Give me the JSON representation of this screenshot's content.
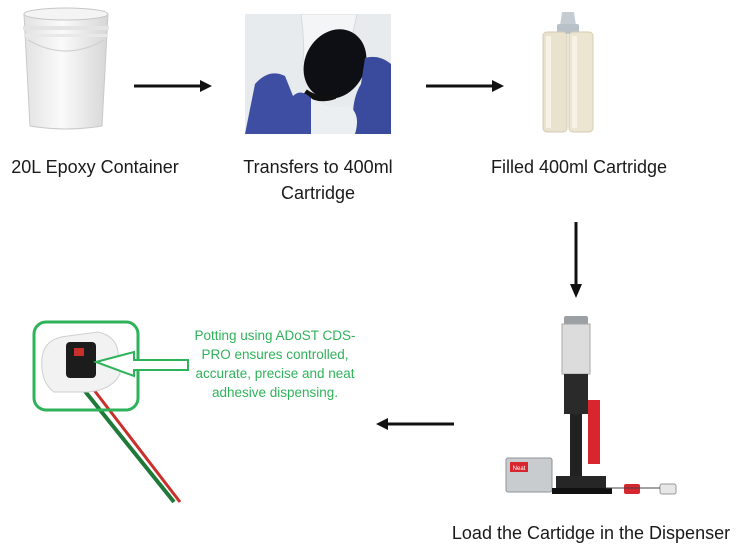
{
  "steps": {
    "container_label": "20L Epoxy Container",
    "transfer_label_line1": "Transfers to 400ml",
    "transfer_label_line2": "Cartridge",
    "filled_label": "Filled 400ml Cartridge",
    "load_label": "Load the Cartidge in the Dispenser"
  },
  "callout": {
    "line1": "Potting using ADoST CDS-",
    "line2": "PRO ensures controlled,",
    "line3": "accurate, precise and neat",
    "line4": "adhesive dispensing."
  },
  "dispenser_badge": "Neat",
  "colors": {
    "callout_green": "#2fb35a",
    "dispenser_red": "#d7262e",
    "glove_blue": "#3e4fa3"
  }
}
